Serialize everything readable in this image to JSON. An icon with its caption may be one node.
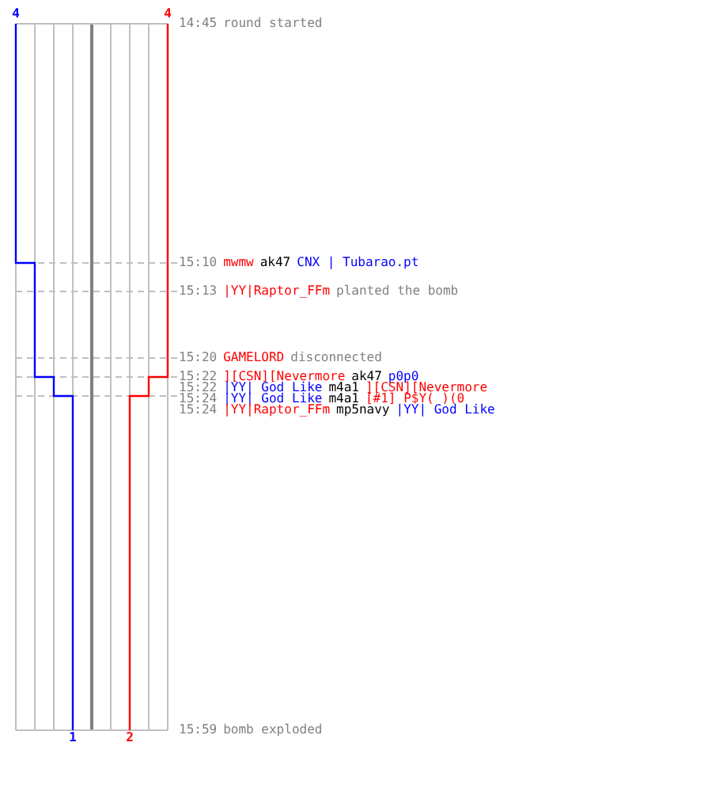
{
  "diagram": {
    "labels": [
      "4",
      "4",
      "14:45",
      "round started",
      "15:10",
      "mwmw",
      "ak47",
      "CNX | Tubarao.pt",
      "15:13",
      "|YY|Raptor_FFm",
      "planted the bomb",
      "15:20",
      "GAMELORD",
      "disconnected",
      "15:22",
      "][CSN][Nevermore",
      "ak47",
      "p0p0",
      "15:22",
      "|YY| God Like",
      "m4a1",
      "][CSN][Nevermore",
      "15:24",
      "|YY| God Like",
      "m4a1",
      "[#1] P$Y( )(0",
      "15:24",
      "|YY|Raptor_FFm",
      "mp5navy",
      "|YY| God Like",
      "15:59",
      "bomb exploded",
      "1",
      "2"
    ]
  }
}
